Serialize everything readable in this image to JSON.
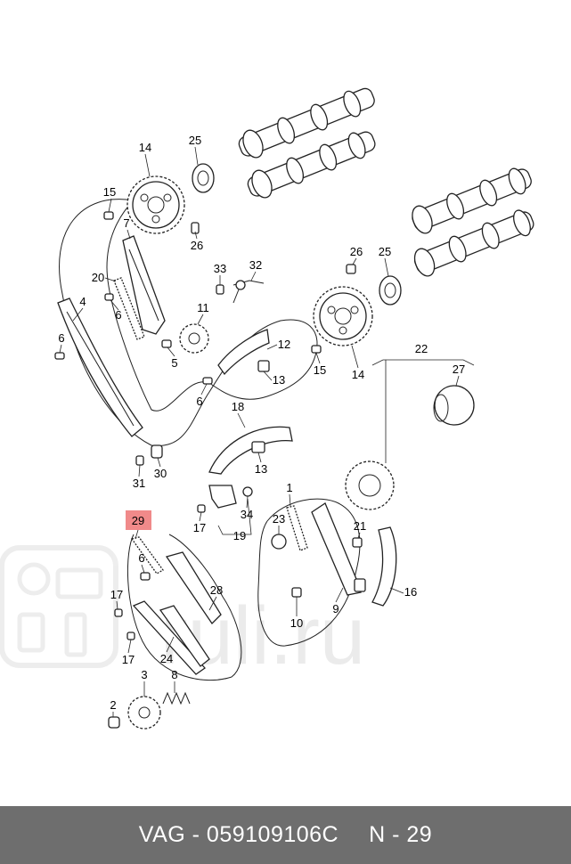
{
  "footer": {
    "part_number": "VAG - 059109106C",
    "position": "N - 29"
  },
  "watermark": {
    "text": "ruli.ru"
  },
  "highlight": {
    "label": "29",
    "color": "#f08a8a"
  },
  "callouts": {
    "c14a": "14",
    "c25a": "25",
    "c15a": "15",
    "c7": "7",
    "c26a": "26",
    "c20": "20",
    "c33": "33",
    "c32": "32",
    "c4": "4",
    "c6a": "6",
    "c6b": "6",
    "c11": "11",
    "c5": "5",
    "c12": "12",
    "c13a": "13",
    "c6c": "6",
    "c26b": "26",
    "c25b": "25",
    "c15b": "15",
    "c14b": "14",
    "c22": "22",
    "c27": "27",
    "c18": "18",
    "c13b": "13",
    "c31": "31",
    "c30": "30",
    "c1": "1",
    "c23": "23",
    "c17a": "17",
    "c34": "34",
    "c19": "19",
    "c21": "21",
    "c16": "16",
    "c9": "9",
    "c10": "10",
    "c6d": "6",
    "c17b": "17",
    "c28": "28",
    "c17c": "17",
    "c24": "24",
    "c3": "3",
    "c8": "8",
    "c2": "2"
  }
}
